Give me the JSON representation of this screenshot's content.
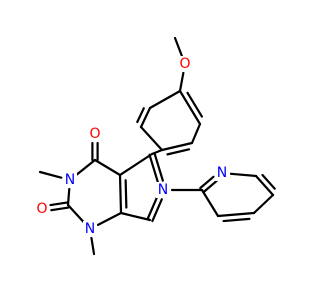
{
  "colors": {
    "background": "#ffffff",
    "bond": "#000000",
    "N": "#0000ff",
    "O": "#ff0000"
  },
  "atoms": [
    {
      "id": "O_methoxy",
      "label": "O",
      "element": "O"
    },
    {
      "id": "O_c4",
      "label": "O",
      "element": "O"
    },
    {
      "id": "O_c2",
      "label": "O",
      "element": "O"
    },
    {
      "id": "N3",
      "label": "N",
      "element": "N"
    },
    {
      "id": "N1",
      "label": "N",
      "element": "N"
    },
    {
      "id": "N6",
      "label": "N",
      "element": "N"
    },
    {
      "id": "N_pyridine",
      "label": "N",
      "element": "N"
    }
  ]
}
